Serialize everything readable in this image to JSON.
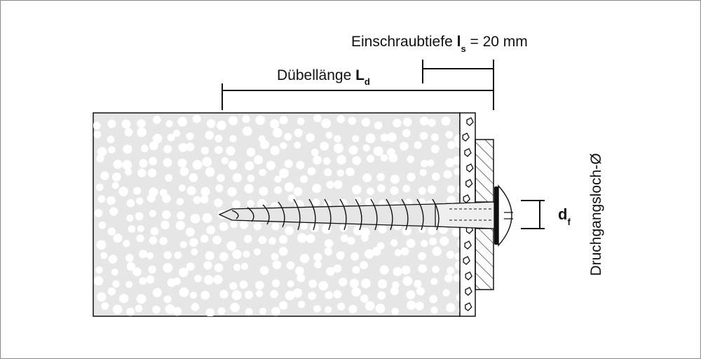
{
  "labels": {
    "screw_depth": {
      "text": "Einschraubtiefe ",
      "symbol": "l",
      "subscript": "s",
      "value": " = 20 mm"
    },
    "anchor_length": {
      "text": "Dübellänge ",
      "symbol": "L",
      "subscript": "d"
    },
    "hole_diameter": {
      "symbol": "d",
      "subscript": "f"
    },
    "hole_diameter_caption": "Druchgangsloch-Ø"
  },
  "colors": {
    "substrate": "#e6e6e6",
    "dots": "#ffffff",
    "lines": "#111111"
  }
}
